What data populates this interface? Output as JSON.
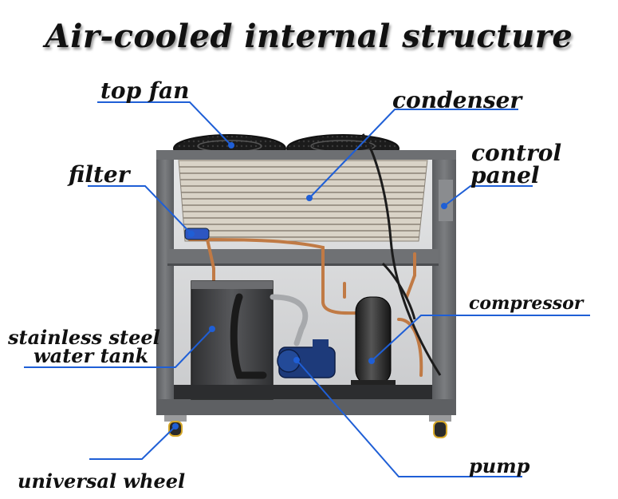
{
  "title": "Air-cooled internal structure",
  "labels": {
    "top_fan": "top fan",
    "condenser": "condenser",
    "control_panel_1": "control",
    "control_panel_2": "panel",
    "filter": "filter",
    "compressor": "compressor",
    "tank_1": "stainless steel",
    "tank_2": "water tank",
    "pump": "pump",
    "wheel": "universal wheel"
  },
  "colors": {
    "leader": "#1f5fd6",
    "frame": "#6d6f72",
    "frame_dark": "#4b4d50",
    "tank": "#3f4042",
    "copper": "#c07a45",
    "pump": "#1d3a7a"
  }
}
